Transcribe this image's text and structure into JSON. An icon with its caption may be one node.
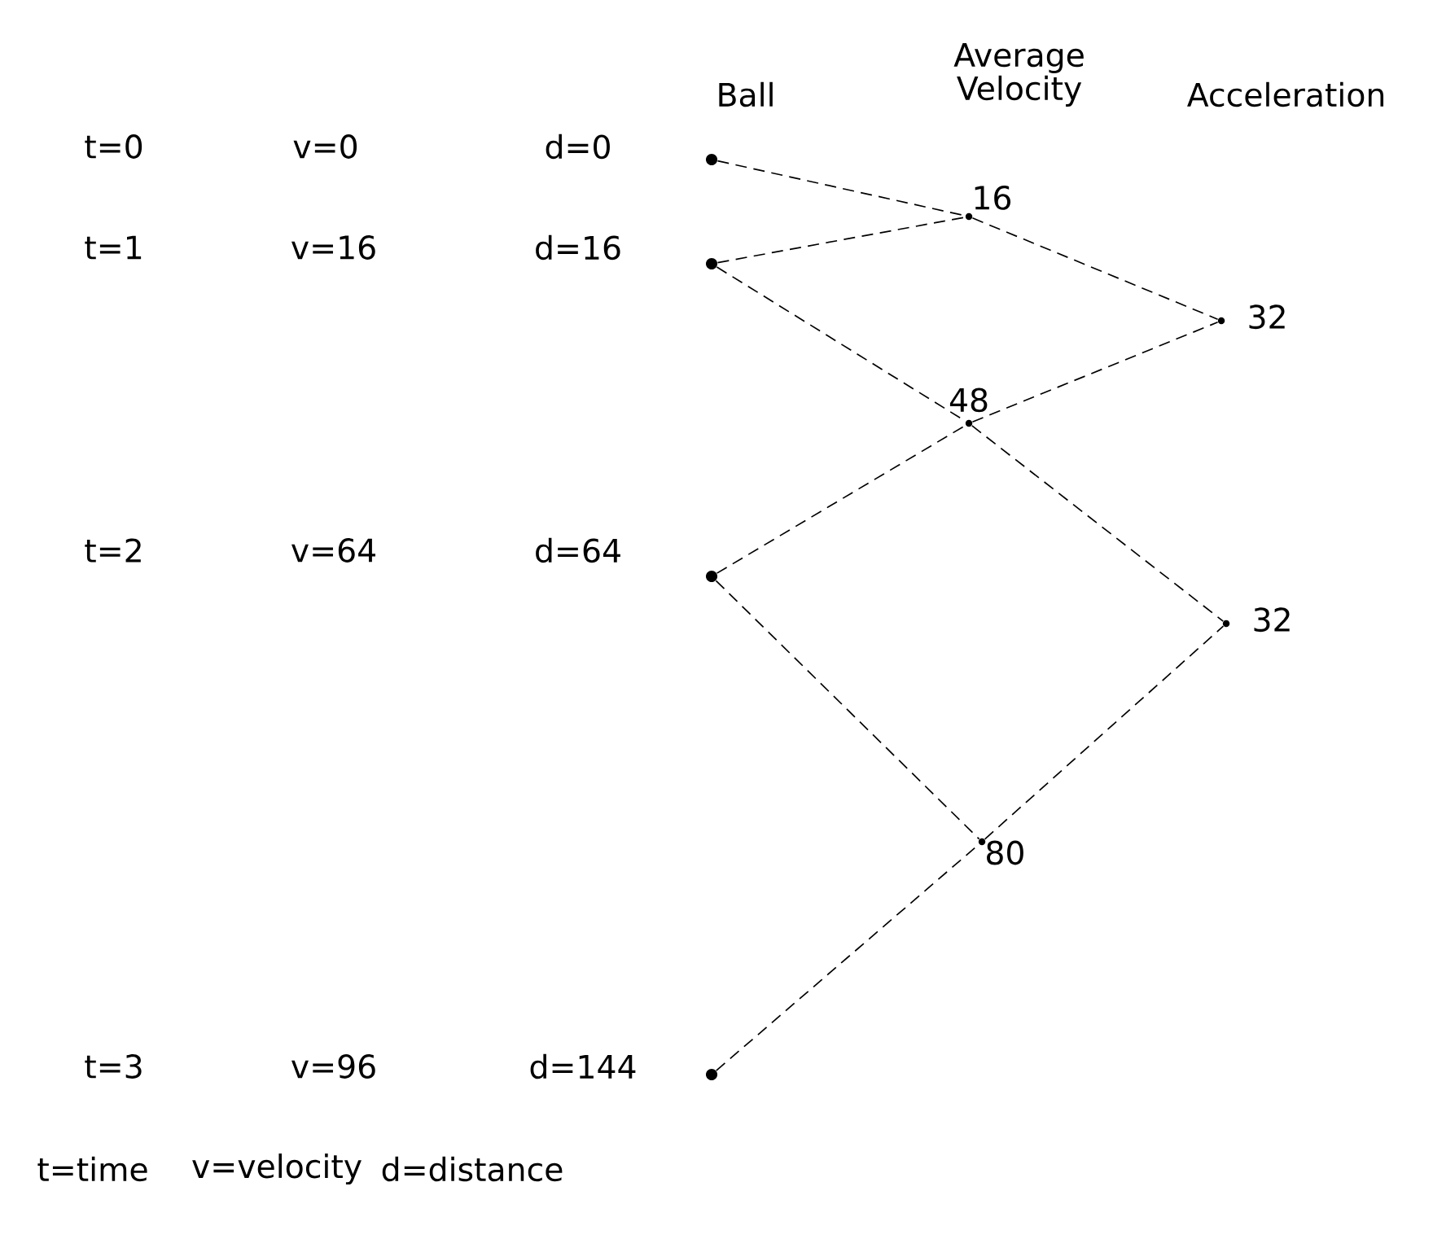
{
  "diagram": {
    "nodes": [
      {
        "text": [],
        "shape": "circle"
      },
      {
        "text": [],
        "shape": "circle"
      },
      {
        "text": [],
        "shape": "circle"
      },
      {
        "text": [],
        "shape": "circle"
      },
      {
        "text": [
          "16"
        ]
      },
      {
        "text": [
          "48"
        ]
      },
      {
        "text": [
          "80"
        ]
      },
      {
        "text": [
          "32"
        ]
      },
      {
        "text": [
          "32"
        ]
      }
    ],
    "edges": [
      {
        "from": 0,
        "to": 4,
        "arrow": "none",
        "style": "dashed"
      },
      {
        "from": 1,
        "to": 4,
        "arrow": "none",
        "style": "dashed"
      },
      {
        "from": 1,
        "to": 5,
        "arrow": "none",
        "style": "dashed"
      },
      {
        "from": 2,
        "to": 5,
        "arrow": "none",
        "style": "dashed"
      },
      {
        "from": 2,
        "to": 6,
        "arrow": "none",
        "style": "dashed"
      },
      {
        "from": 3,
        "to": 6,
        "arrow": "none",
        "style": "dashed"
      },
      {
        "from": 4,
        "to": 7,
        "arrow": "none",
        "style": "dashed"
      },
      {
        "from": 5,
        "to": 7,
        "arrow": "none",
        "style": "dashed"
      },
      {
        "from": 5,
        "to": 8,
        "arrow": "none",
        "style": "dashed"
      },
      {
        "from": 6,
        "to": 8,
        "arrow": "none",
        "style": "dashed"
      }
    ],
    "labels": [
      "Ball",
      "Average Velocity",
      "Acceleration",
      "t=0",
      "v=0",
      "d=0",
      "t=1",
      "v=16",
      "d=16",
      "t=2",
      "v=64",
      "d=64",
      "t=3",
      "v=96",
      "d=144",
      "t=time",
      "v=velocity",
      "d=distance"
    ]
  }
}
